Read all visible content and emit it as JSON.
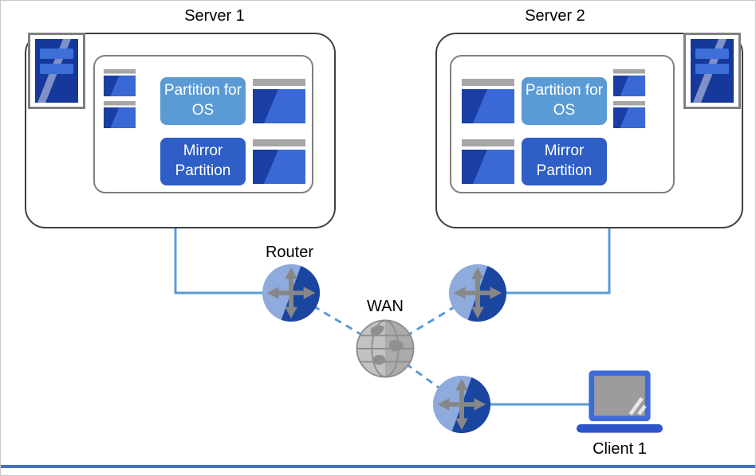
{
  "diagram": {
    "servers": [
      {
        "label": "Server 1",
        "partition_os": "Partition for OS",
        "mirror_partition": "Mirror Partition"
      },
      {
        "label": "Server 2",
        "partition_os": "Partition for OS",
        "mirror_partition": "Mirror Partition"
      }
    ],
    "router_label": "Router",
    "wan_label": "WAN",
    "client_label": "Client 1"
  },
  "icons": {
    "server_tower": "server-tower-icon",
    "disk": "disk-icon",
    "disk_stack": "disk-stack-icon",
    "router": "router-icon",
    "wan_globe": "wan-globe-icon",
    "laptop": "laptop-icon"
  },
  "colors": {
    "connection_blue": "#5B9BD5",
    "partition_os_blue": "#5B9BD5",
    "mirror_partition_blue": "#2E5EC6",
    "tower_dark_blue": "#16389B",
    "disk_dark_blue": "#1B3EA5",
    "disk_light_blue": "#3A69D6",
    "router_light_blue": "#8FAADC",
    "router_dark_blue": "#1A46A0",
    "icon_gray": "#8C8C8C",
    "bottom_rule_blue": "#4472C4"
  }
}
